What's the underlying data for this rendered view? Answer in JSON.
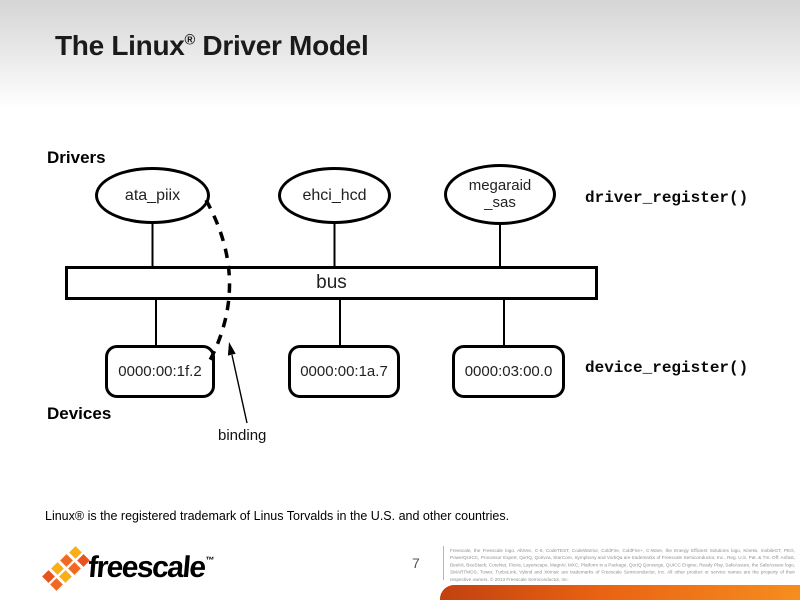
{
  "slide": {
    "header": {
      "title_prefix": "The Linux",
      "title_registered": "®",
      "title_suffix": " Driver Model"
    },
    "diagram": {
      "drivers_label": "Drivers",
      "devices_label": "Devices",
      "bus_label": "bus",
      "binding_label": "binding",
      "driver_register_label": "driver_register()",
      "device_register_label": "device_register()",
      "driver_nodes": [
        {
          "label": "ata_piix"
        },
        {
          "label": "ehci_hcd"
        },
        {
          "label_line1": "megaraid",
          "label_line2": "_sas"
        }
      ],
      "device_nodes": [
        {
          "label": "0000:00:1f.2"
        },
        {
          "label": "0000:00:1a.7"
        },
        {
          "label": "0000:03:00.0"
        }
      ]
    },
    "footnote": "Linux® is the registered trademark of Linus Torvalds in the U.S. and other countries.",
    "footer": {
      "brand": "freescale",
      "brand_tm": "™",
      "page_number": "7",
      "legal": "Freescale, the Freescale logo, AltiVec, C-5, CodeTEST, CodeWarrior, ColdFire, ColdFire+, C-Ware, the Energy Efficient Solutions logo, Kinetis, mobileGT, PEG, PowerQUICC, Processor Expert, QorIQ, Qorivva, StarCore, Symphony and VortiQa are trademarks of Freescale Semiconductor, Inc., Reg. U.S. Pat. & Tm. Off. Airfast, BeeKit, BeeStack, CoreNet, Flexis, Layerscape, MagniV, MXC, Platform in a Package, QorIQ Qonverge, QUICC Engine, Ready Play, SafeAssure, the SafeAssure logo, SMARTMOS, Tower, TurboLink, Vybrid and Xtrinsic are trademarks of Freescale Semiconductor, Inc. All other product or service names are the property of their respective owners. © 2013 Freescale Semiconductor, Inc.",
      "colors": {
        "logo_orange": "#F26A21",
        "logo_yellow": "#FBAF17",
        "logo_red": "#E9531D",
        "band_gradient_left": "#C2410F",
        "band_gradient_right": "#F68D1E"
      }
    }
  }
}
